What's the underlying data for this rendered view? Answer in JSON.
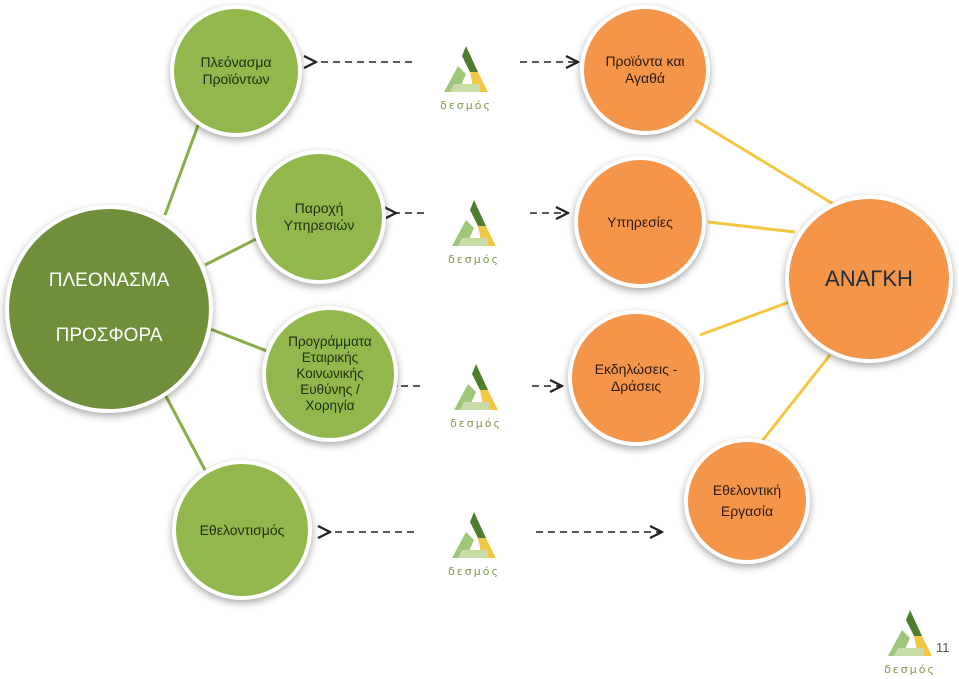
{
  "nodes": {
    "supply": {
      "line1": "ΠΛΕΟΝΑΣΜΑ",
      "line2": "ΠΡΟΣΦΟΡΑ"
    },
    "product_surplus": {
      "line1": "Πλεόνασμα",
      "line2": "Προϊόντων"
    },
    "service_provision": {
      "line1": "Παροχή",
      "line2": "Υπηρεσιών"
    },
    "csr_programs": {
      "line1": "Προγράμματα",
      "line2": "Εταιρικής",
      "line3": "Κοινωνικής",
      "line4": "Ευθύνης /",
      "line5": "Χορηγία"
    },
    "volunteering": {
      "line1": "Εθελοντισμός"
    },
    "need": {
      "line1": "ΑΝΑΓΚΗ"
    },
    "products_goods": {
      "line1": "Προϊόντα και",
      "line2": "Αγαθά"
    },
    "services": {
      "line1": "Υπηρεσίες"
    },
    "events": {
      "line1": "Εκδηλώσεις -",
      "line2": "Δράσεις"
    },
    "volunteer_work": {
      "line1": "Εθελοντική",
      "line2": "Εργασία"
    }
  },
  "logo_text": "δεσμός",
  "page_number": "11",
  "colors": {
    "dark_green": "#6f8f3a",
    "green": "#92b84d",
    "orange": "#f4954a",
    "connector_green": "#8aac4a",
    "connector_yellow": "#f2c744"
  }
}
